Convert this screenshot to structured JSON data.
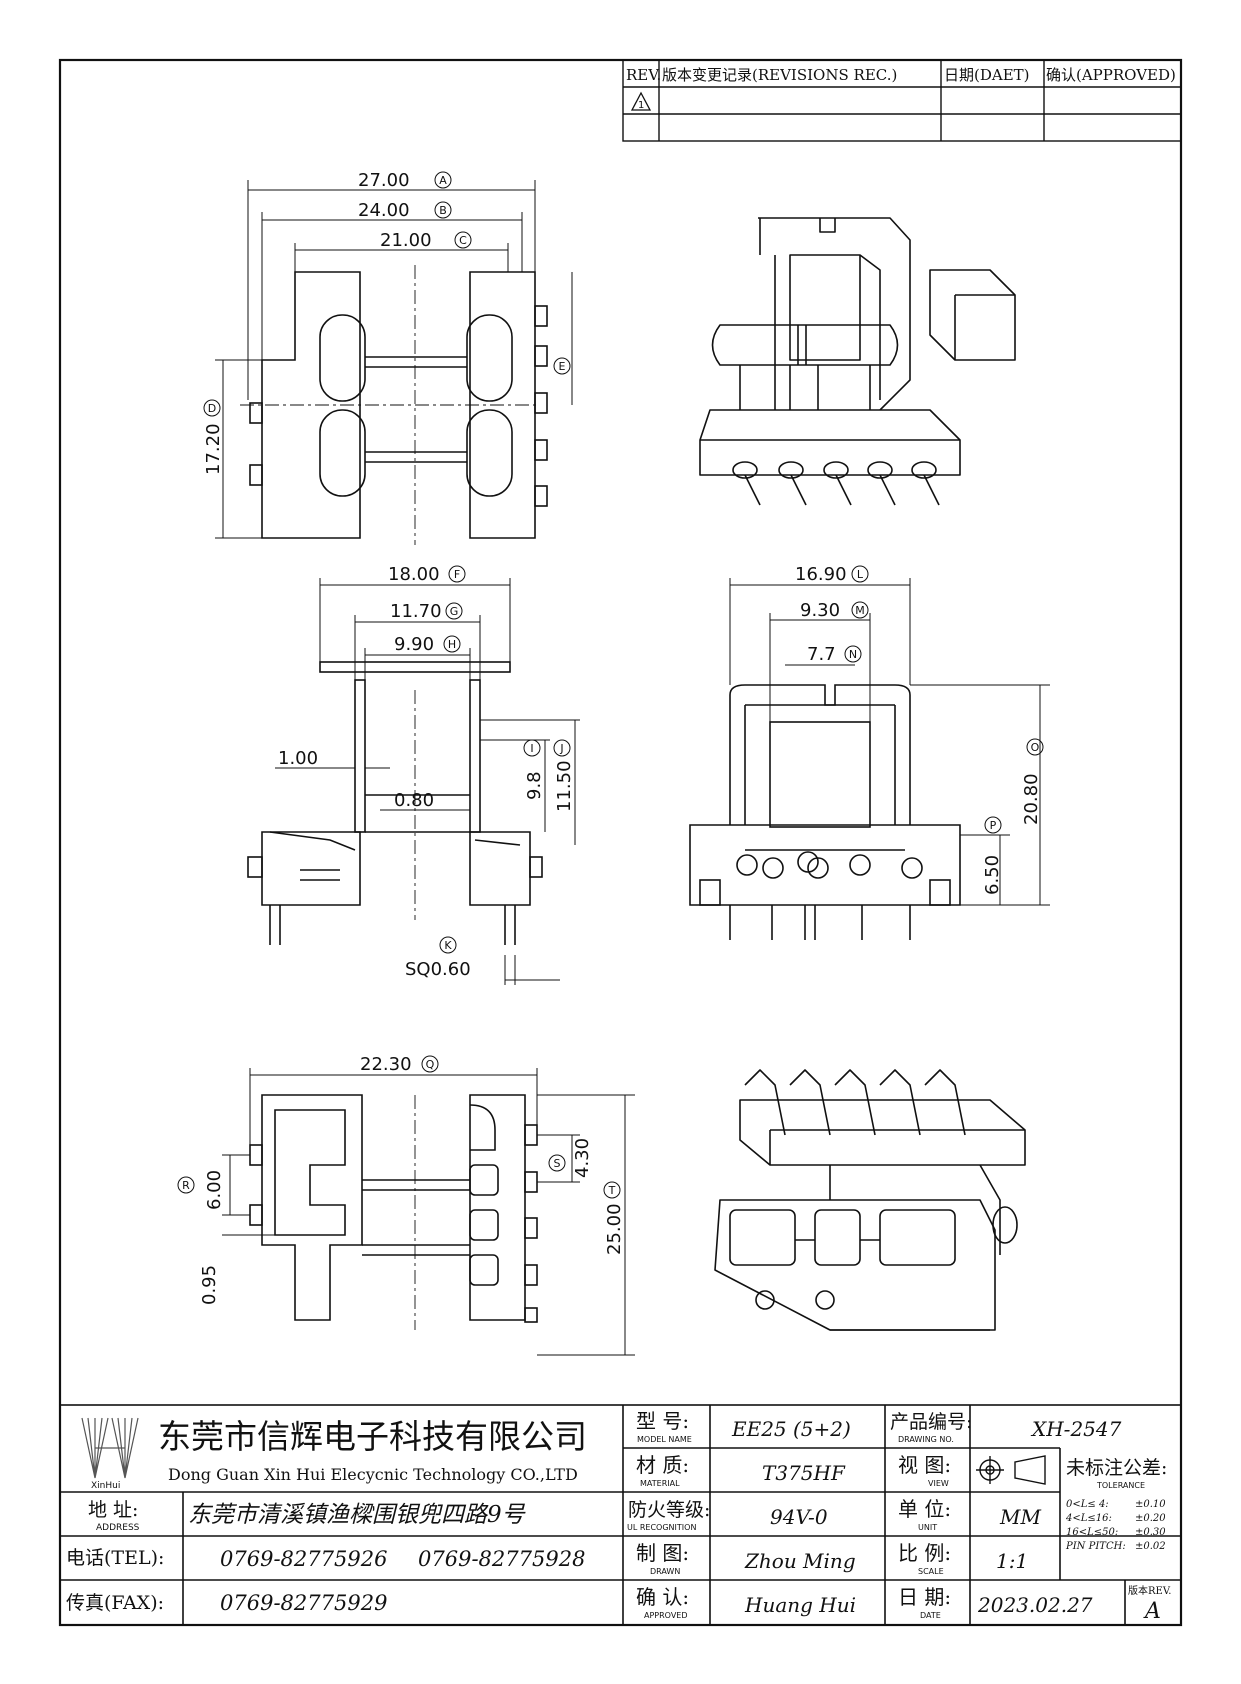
{
  "revision_table": {
    "headers": [
      "REV.",
      "版本变更记录(REVISIONS REC.)",
      "日期(DAET)",
      "确认(APPROVED)"
    ],
    "rev_symbol": "1"
  },
  "dimensions": {
    "top_view": {
      "A": "27.00",
      "B": "24.00",
      "C": "21.00",
      "D": "17.20",
      "letters": [
        "A",
        "B",
        "C",
        "D",
        "E"
      ]
    },
    "side_view": {
      "F": "18.00",
      "G": "11.70",
      "H": "9.90",
      "I": "9.8",
      "J": "11.50",
      "K": "SQ0.60",
      "wall": "1.00",
      "gap": "0.80",
      "letters": [
        "F",
        "G",
        "H",
        "I",
        "J",
        "K"
      ]
    },
    "front_view": {
      "L": "16.90",
      "M": "9.30",
      "N": "7.7",
      "O": "20.80",
      "P": "6.50",
      "letters": [
        "L",
        "M",
        "N",
        "O",
        "P"
      ]
    },
    "bottom_view": {
      "Q": "22.30",
      "R": "6.00",
      "S": "4.30",
      "T": "25.00",
      "extra": "0.95",
      "letters": [
        "Q",
        "R",
        "S",
        "T"
      ]
    }
  },
  "title_block": {
    "logo_text": "XinHui",
    "company_cn": "东莞市信辉电子科技有限公司",
    "company_en": "Dong Guan Xin Hui Elecycnic Technology CO.,LTD",
    "address_label": "地 址:",
    "address_label_en": "ADDRESS",
    "address_value": "东莞市清溪镇渔樑围银兜四路9号",
    "tel_label": "电话(TEL):",
    "tel_1": "0769-82775926",
    "tel_2": "0769-82775928",
    "fax_label": "传真(FAX):",
    "fax_value": "0769-82775929",
    "model_label": "型 号:",
    "model_label_en": "MODEL NAME",
    "model_value": "EE25 (5+2)",
    "material_label": "材 质:",
    "material_label_en": "MATERIAL",
    "material_value": "T375HF",
    "ul_label": "防火等级:",
    "ul_label_en": "UL RECOGNITION",
    "ul_value": "94V-0",
    "drawn_label": "制 图:",
    "drawn_label_en": "DRAWN",
    "drawn_value": "Zhou Ming",
    "approved_label": "确 认:",
    "approved_label_en": "APPROVED",
    "approved_value": "Huang Hui",
    "drawing_no_label": "产品编号:",
    "drawing_no_label_en": "DRAWING NO.",
    "drawing_no_value": "XH-2547",
    "view_label": "视 图:",
    "view_label_en": "VIEW",
    "unit_label": "单 位:",
    "unit_label_en": "UNIT",
    "unit_value": "MM",
    "scale_label": "比 例:",
    "scale_label_en": "SCALE",
    "scale_value": "1:1",
    "date_label": "日 期:",
    "date_label_en": "DATE",
    "date_value": "2023.02.27",
    "rev_label": "版本REV.",
    "rev_value": "A",
    "tolerance_label": "未标注公差:",
    "tolerance_label_en": "TOLERANCE",
    "tolerance_rows": [
      {
        "range": "0<L≤ 4:",
        "value": "±0.10"
      },
      {
        "range": "4<L≤16:",
        "value": "±0.20"
      },
      {
        "range": "16<L≤50:",
        "value": "±0.30"
      },
      {
        "range": "PIN PITCH:",
        "value": "±0.02"
      }
    ]
  }
}
